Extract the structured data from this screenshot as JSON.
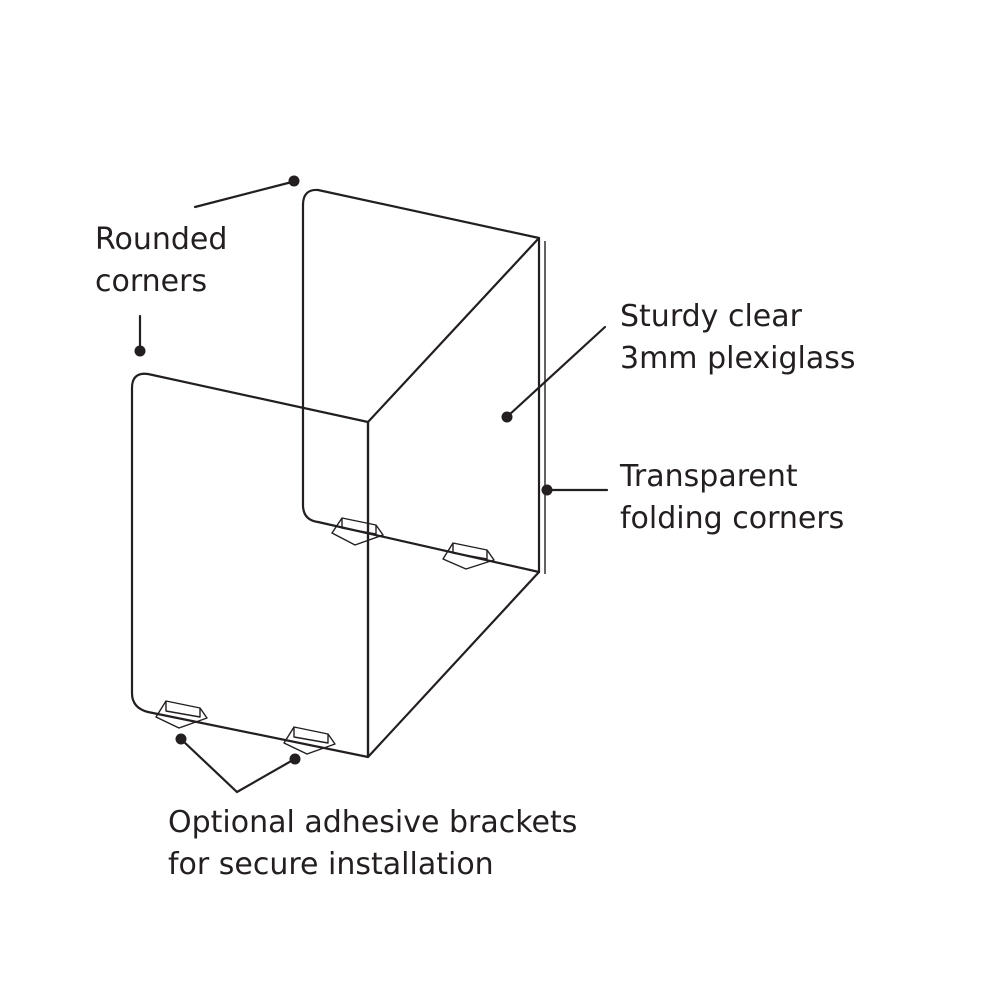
{
  "callouts": {
    "rounded_corners": [
      "Rounded",
      "corners"
    ],
    "plexiglass": [
      "Sturdy clear",
      "3mm plexiglass"
    ],
    "folding_corners": [
      "Transparent",
      "folding corners"
    ],
    "brackets": [
      "Optional adhesive brackets",
      "for secure installation"
    ]
  },
  "colors": {
    "line": "#231f20",
    "background": "#ffffff"
  }
}
